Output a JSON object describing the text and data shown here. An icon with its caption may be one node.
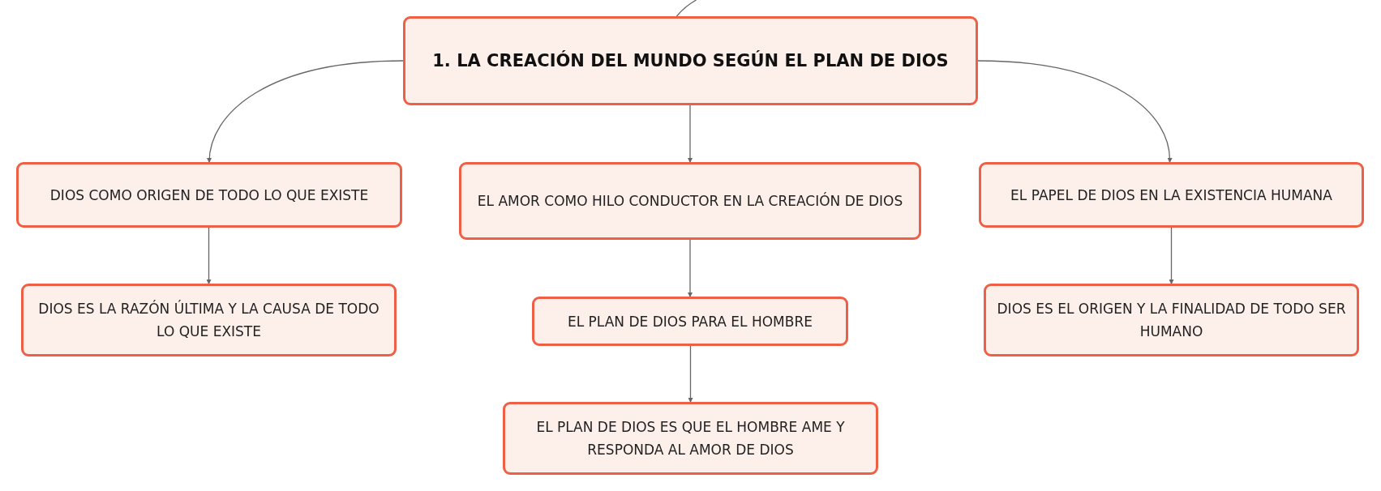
{
  "diagram": {
    "nodes": [
      {
        "text": [
          "1. LA CREACIÓN DEL MUNDO SEGÚN EL PLAN DE DIOS"
        ]
      },
      {
        "text": [
          "DIOS COMO ORIGEN DE TODO LO QUE EXISTE"
        ]
      },
      {
        "text": [
          "EL AMOR COMO HILO CONDUCTOR EN LA CREACIÓN DE DIOS"
        ]
      },
      {
        "text": [
          "EL PAPEL DE DIOS EN LA EXISTENCIA HUMANA"
        ]
      },
      {
        "text": [
          "DIOS ES LA RAZÓN ÚLTIMA Y LA CAUSA DE TODO LO QUE EXISTE"
        ]
      },
      {
        "text": [
          "EL PLAN DE DIOS PARA EL HOMBRE"
        ]
      },
      {
        "text": [
          "EL PLAN DE DIOS ES QUE EL HOMBRE AME Y RESPONDA AL AMOR DE DIOS"
        ]
      },
      {
        "text": [
          "DIOS ES EL ORIGEN Y LA FINALIDAD DE TODO SER HUMANO"
        ]
      }
    ],
    "edges": [
      {
        "from": null,
        "to": 0,
        "arrow": "none"
      },
      {
        "from": 0,
        "to": 1,
        "arrow": "to"
      },
      {
        "from": 0,
        "to": 2,
        "arrow": "to"
      },
      {
        "from": 0,
        "to": 3,
        "arrow": "to"
      },
      {
        "from": 1,
        "to": 4,
        "arrow": "to"
      },
      {
        "from": 2,
        "to": 5,
        "arrow": "to"
      },
      {
        "from": 5,
        "to": 6,
        "arrow": "to"
      },
      {
        "from": 3,
        "to": 7,
        "arrow": "to"
      }
    ]
  }
}
